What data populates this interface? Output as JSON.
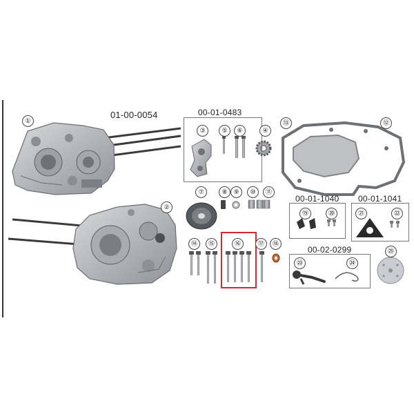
{
  "parts": {
    "p1": "①",
    "p2": "②",
    "p3": "③",
    "p4": "④",
    "p5": "⑤",
    "p6": "⑥",
    "p7": "⑦",
    "p8": "⑧",
    "p9": "⑨",
    "p10": "⑩",
    "p11": "⑪",
    "p12": "⑫",
    "p13": "⑬",
    "p14": "⑭",
    "p15": "⑮",
    "p16": "⑯",
    "p17": "⑰",
    "p18": "⑱",
    "p19": "⑲",
    "p20": "⑳",
    "p21": "㉑",
    "p22": "㉒",
    "p23": "㉓",
    "p24": "㉔",
    "p25": "㉕"
  },
  "codes": {
    "crankcase": "01-00-0054",
    "oil_pump": "00-01-0483",
    "kit_1040": "00-01-1040",
    "kit_1041": "00-01-1041",
    "kit_0299": "00-02-0299"
  },
  "colors": {
    "highlight": "#d7262b",
    "casting": "#b9bcc0",
    "steel": "#8d9094",
    "gasket": "#7a7d80"
  }
}
